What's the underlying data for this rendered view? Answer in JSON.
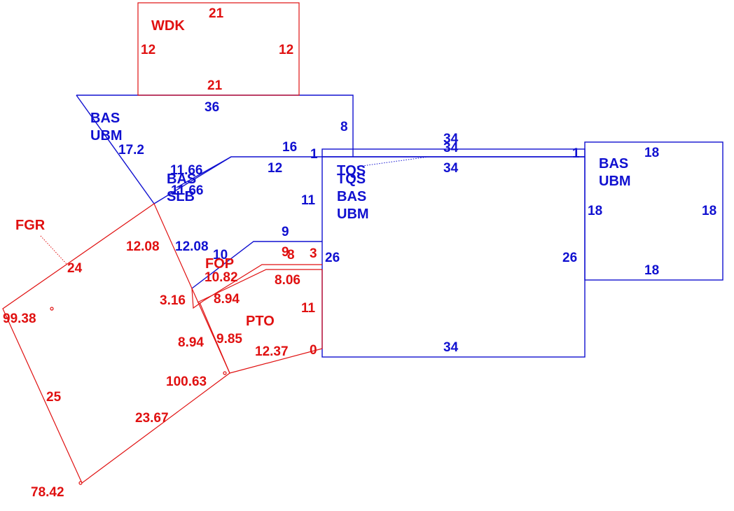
{
  "colors": {
    "existing": "#1010d0",
    "new": "#e01010"
  },
  "areas": {
    "wdk": {
      "name": "WDK",
      "top": "21",
      "bottom": "21",
      "left": "12",
      "right": "12"
    },
    "bas_ubm_left": {
      "name1": "BAS",
      "name2": "UBM",
      "top": "36",
      "right": "8",
      "diag": "17.2"
    },
    "bas_slb": {
      "name1": "BAS",
      "name2": "SLB",
      "dim_a": "11.66",
      "dim_b": "11.66",
      "dim_c": "16",
      "dim_d": "12",
      "dim_e": "1",
      "dim_f": "11"
    },
    "tqs": {
      "name1": "TQS",
      "name2": "TQS",
      "name3": "BAS",
      "name4": "UBM",
      "top_a": "34",
      "top_b": "34",
      "top_c": "34",
      "left": "26",
      "right": "26",
      "bottom": "34",
      "right_tick": "1"
    },
    "bas_ubm_right": {
      "name1": "BAS",
      "name2": "UBM",
      "top": "18",
      "bottom": "18",
      "left": "18",
      "right": "18"
    },
    "fgr": {
      "name": "FGR",
      "top": "24",
      "left_top": "99.38",
      "left": "25",
      "bottom_left": "78.42",
      "bottom": "23.67",
      "right_bottom": "100.63",
      "right": "12.08"
    },
    "fop": {
      "name": "FOP",
      "dim_blue": "12.08",
      "dim_blue_b": "10",
      "dim_blue_c": "9",
      "dim_9": "9",
      "dim_8": "8",
      "dim_3": "3",
      "dim_1082": "10.82",
      "dim_806": "8.06",
      "dim_316": "3.16"
    },
    "pto": {
      "name": "PTO",
      "dim_894a": "8.94",
      "dim_894b": "8.94",
      "dim_985": "9.85",
      "dim_1237": "12.37",
      "dim_11": "11",
      "dim_0": "0"
    }
  }
}
